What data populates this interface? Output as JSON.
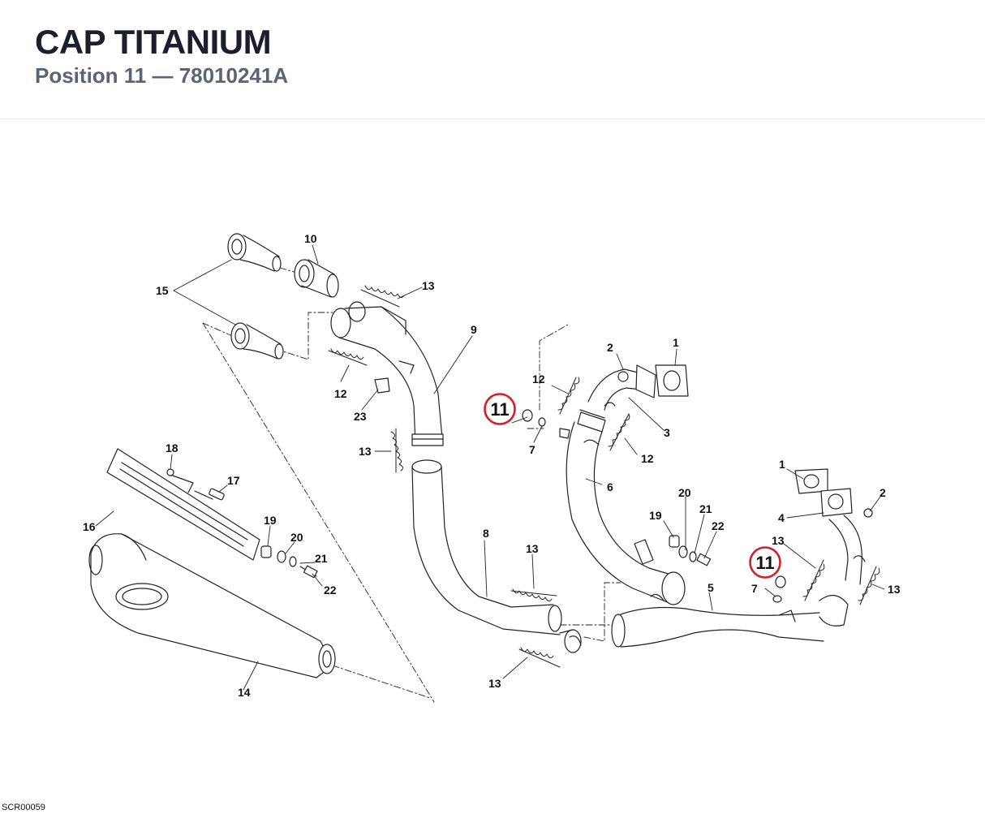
{
  "header": {
    "title": "CAP TITANIUM",
    "subtitle": "Position 11 — 78010241A"
  },
  "diagram": {
    "highlight_color": "#d0202a",
    "callouts": {
      "c1a": "1",
      "c1b": "1",
      "c2a": "2",
      "c2b": "2",
      "c3": "3",
      "c4": "4",
      "c5": "5",
      "c6": "6",
      "c7a": "7",
      "c7b": "7",
      "c8": "8",
      "c9": "9",
      "c10": "10",
      "c12a": "12",
      "c12b": "12",
      "c12c": "12",
      "c13a": "13",
      "c13b": "13",
      "c13c": "13",
      "c13d": "13",
      "c13e": "13",
      "c13f": "13",
      "c14": "14",
      "c15": "15",
      "c16": "16",
      "c17": "17",
      "c18": "18",
      "c19a": "19",
      "c19b": "19",
      "c20a": "20",
      "c20b": "20",
      "c21a": "21",
      "c21b": "21",
      "c22a": "22",
      "c22b": "22",
      "c23": "23",
      "h11a": "11",
      "h11b": "11"
    }
  },
  "footer": {
    "code": "SCR00059"
  }
}
